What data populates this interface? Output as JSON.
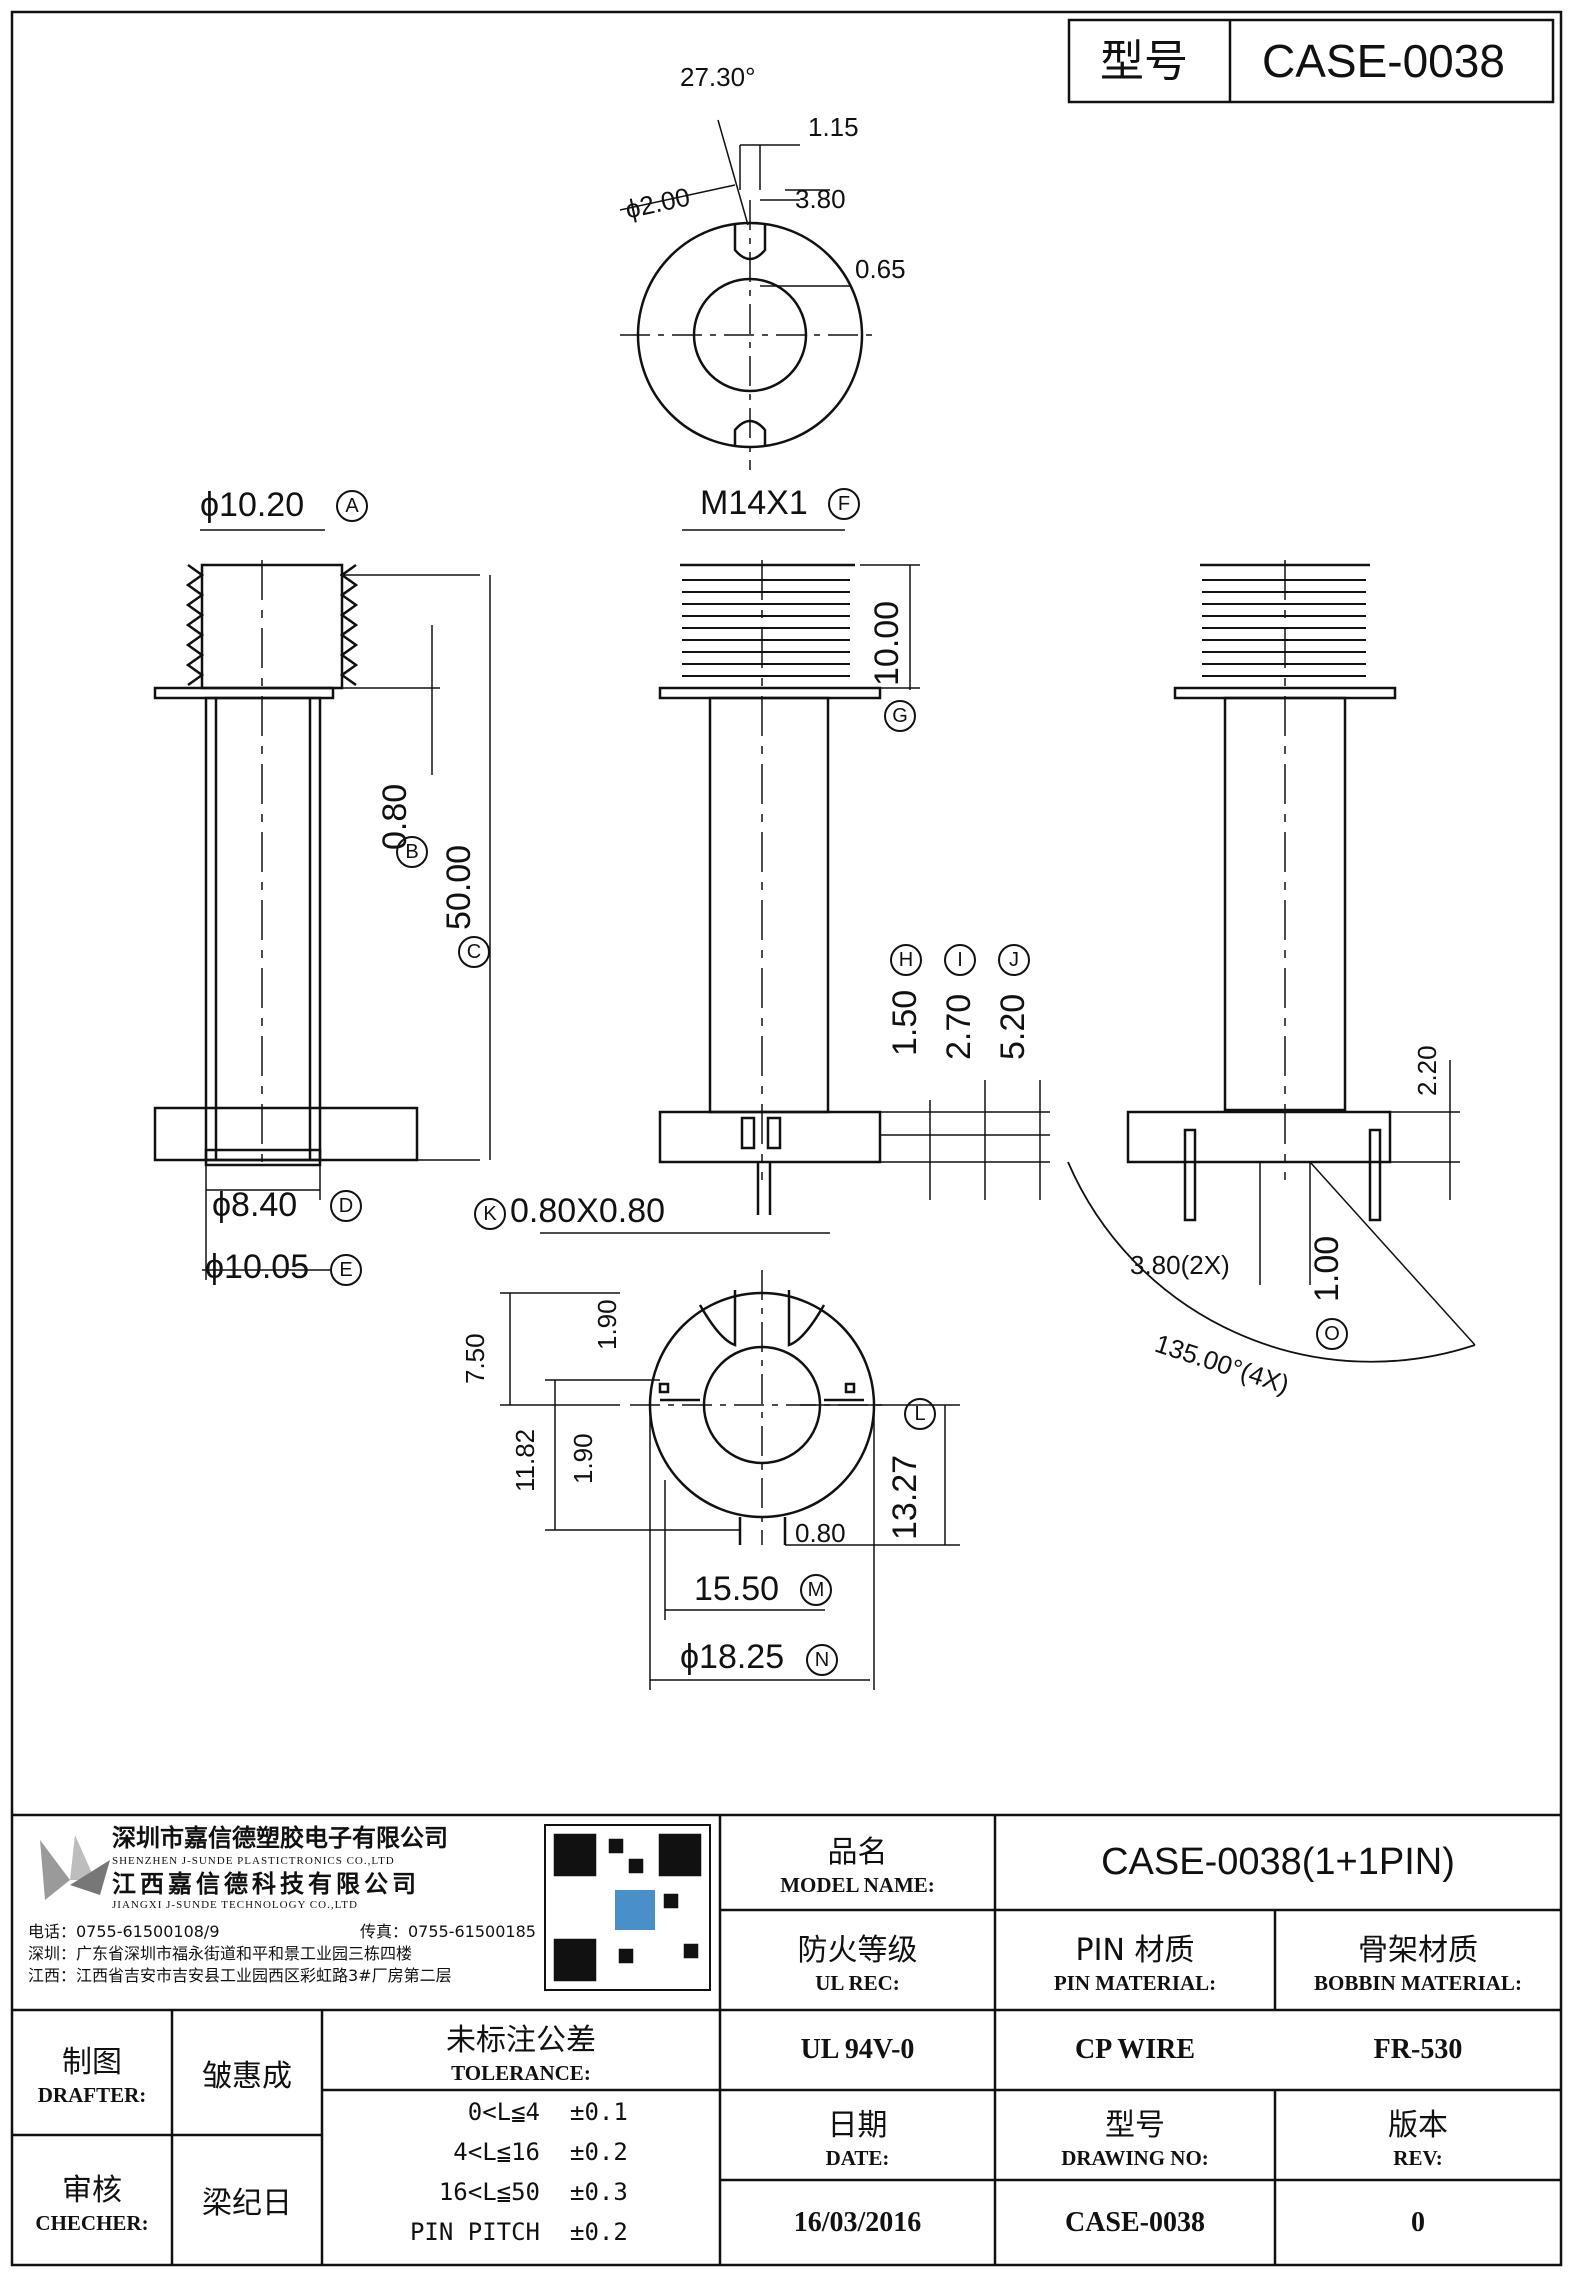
{
  "title_block": {
    "model_label": "型号",
    "model_value": "CASE-0038"
  },
  "dimensions": {
    "angle_top": "27.30°",
    "d_1_15": "1.15",
    "d_phi2": "ϕ2.00",
    "d_3_80": "3.80",
    "d_0_65": "0.65",
    "d_phi10_20": "ϕ10.20",
    "d_m14": "M14X1",
    "d_10_00": "10.00",
    "d_0_80": "0.80",
    "d_50_00": "50.00",
    "d_1_50": "1.50",
    "d_2_70": "2.70",
    "d_5_20": "5.20",
    "d_2_20": "2.20",
    "d_phi8_40": "ϕ8.40",
    "d_phi10_05": "ϕ10.05",
    "d_pin": "0.80X0.80",
    "d_3_80_2x": "3.80(2X)",
    "d_1_00": "1.00",
    "d_135": "135.00°(4X)",
    "d_7_50": "7.50",
    "d_1_90a": "1.90",
    "d_11_82": "11.82",
    "d_1_90b": "1.90",
    "d_13_27": "13.27",
    "d_0_80b": "0.80",
    "d_15_50": "15.50",
    "d_phi18_25": "ϕ18.25"
  },
  "markers": {
    "A": "A",
    "B": "B",
    "C": "C",
    "D": "D",
    "E": "E",
    "F": "F",
    "G": "G",
    "H": "H",
    "I": "I",
    "J": "J",
    "K": "K",
    "L": "L",
    "M": "M",
    "N": "N",
    "O": "O"
  },
  "company": {
    "name_sz": "深圳市嘉信德塑胶电子有限公司",
    "name_sz_en": "SHENZHEN J-SUNDE PLASTICTRONICS CO.,LTD",
    "name_jx": "江西嘉信德科技有限公司",
    "name_jx_en": "JIANGXI J-SUNDE TECHNOLOGY CO.,LTD",
    "phone": "电话：0755-61500108/9",
    "fax": "传真：0755-61500185",
    "addr_sz": "深圳：广东省深圳市福永街道和平和景工业园三栋四楼",
    "addr_jx": "江西：江西省吉安市吉安县工业园西区彩虹路3#厂房第二层"
  },
  "info": {
    "model_name_cn": "品名",
    "model_name_en": "MODEL NAME:",
    "model_name_value": "CASE-0038(1+1PIN)",
    "ul_cn": "防火等级",
    "ul_en": "UL REC:",
    "pin_cn": "PIN 材质",
    "pin_en": "PIN MATERIAL:",
    "bobbin_cn": "骨架材质",
    "bobbin_en": "BOBBIN MATERIAL:",
    "ul_value": "UL 94V-0",
    "pin_value": "CP WIRE",
    "bobbin_value": "FR-530",
    "date_cn": "日期",
    "date_en": "DATE:",
    "drawing_cn": "型号",
    "drawing_en": "DRAWING NO:",
    "rev_cn": "版本",
    "rev_en": "REV:",
    "date_value": "16/03/2016",
    "drawing_value": "CASE-0038",
    "rev_value": "0"
  },
  "signoff": {
    "drafter_cn": "制图",
    "drafter_en": "DRAFTER:",
    "drafter_name": "皱惠成",
    "checker_cn": "审核",
    "checker_en": "CHECHER:",
    "checker_name": "梁纪日",
    "tolerance_cn": "未标注公差",
    "tolerance_en": "TOLERANCE:",
    "tolerances": [
      {
        "range": "0<L≦4",
        "value": "±0.1"
      },
      {
        "range": "4<L≦16",
        "value": "±0.2"
      },
      {
        "range": "16<L≦50",
        "value": "±0.3"
      },
      {
        "range": "PIN PITCH",
        "value": "±0.2"
      }
    ]
  }
}
